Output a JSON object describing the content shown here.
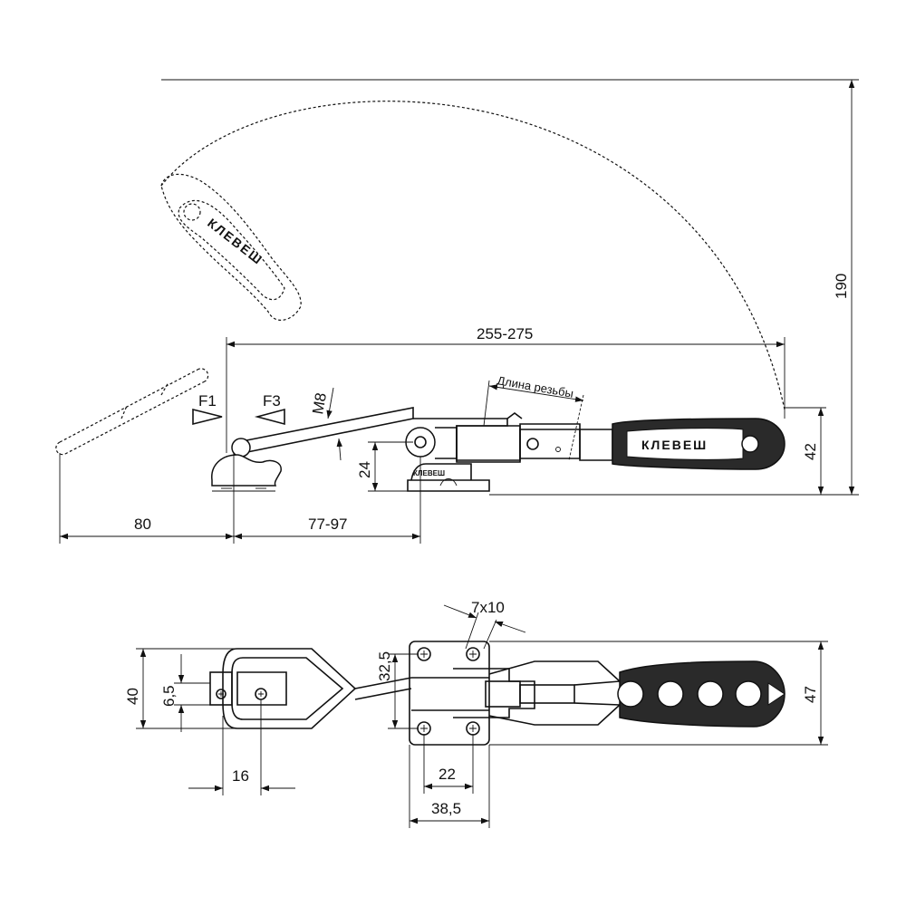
{
  "side_view": {
    "dim_reach": "255-275",
    "dim_height_total": "190",
    "dim_height_handle": "42",
    "dim_base_height": "24",
    "dim_left_travel": "80",
    "dim_hook_range": "77-97",
    "label_thread": "M8",
    "label_thread_length": "Длина резьбы",
    "label_force_1": "F1",
    "label_force_3": "F3",
    "brand_text": "КЛЕВЕШ",
    "base_mark": "КЛЕВЕШ"
  },
  "top_view": {
    "dim_width_total": "40",
    "dim_loop_inner": "6,5",
    "dim_hook_width": "16",
    "dim_holes_vertical": "32,5",
    "dim_holes_horizontal": "22",
    "dim_base_width": "38,5",
    "dim_slot": "7x10",
    "dim_handle_width": "47"
  },
  "colors": {
    "line": "#111111",
    "grip": "#2a2a2a",
    "background": "#ffffff"
  }
}
